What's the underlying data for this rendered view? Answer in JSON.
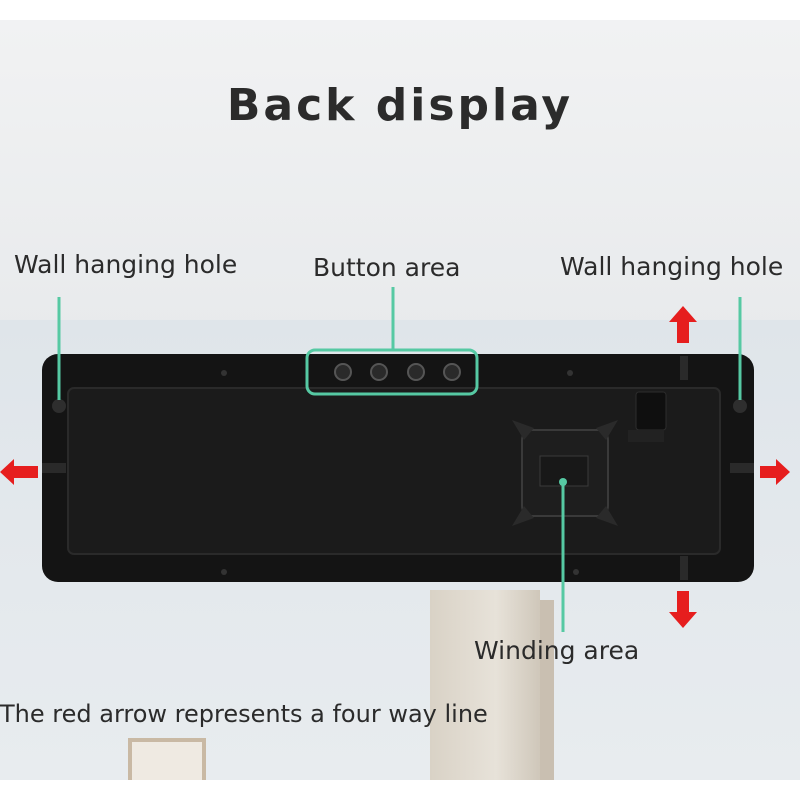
{
  "title": "Back display",
  "labels": {
    "wall_hole_left": "Wall hanging hole",
    "button_area": "Button area",
    "wall_hole_right": "Wall hanging hole",
    "winding_area": "Winding area"
  },
  "caption": "The red arrow represents a four way line",
  "colors": {
    "callout": "#56c9a3",
    "arrow": "#e61e1e",
    "panel": "#141414"
  }
}
